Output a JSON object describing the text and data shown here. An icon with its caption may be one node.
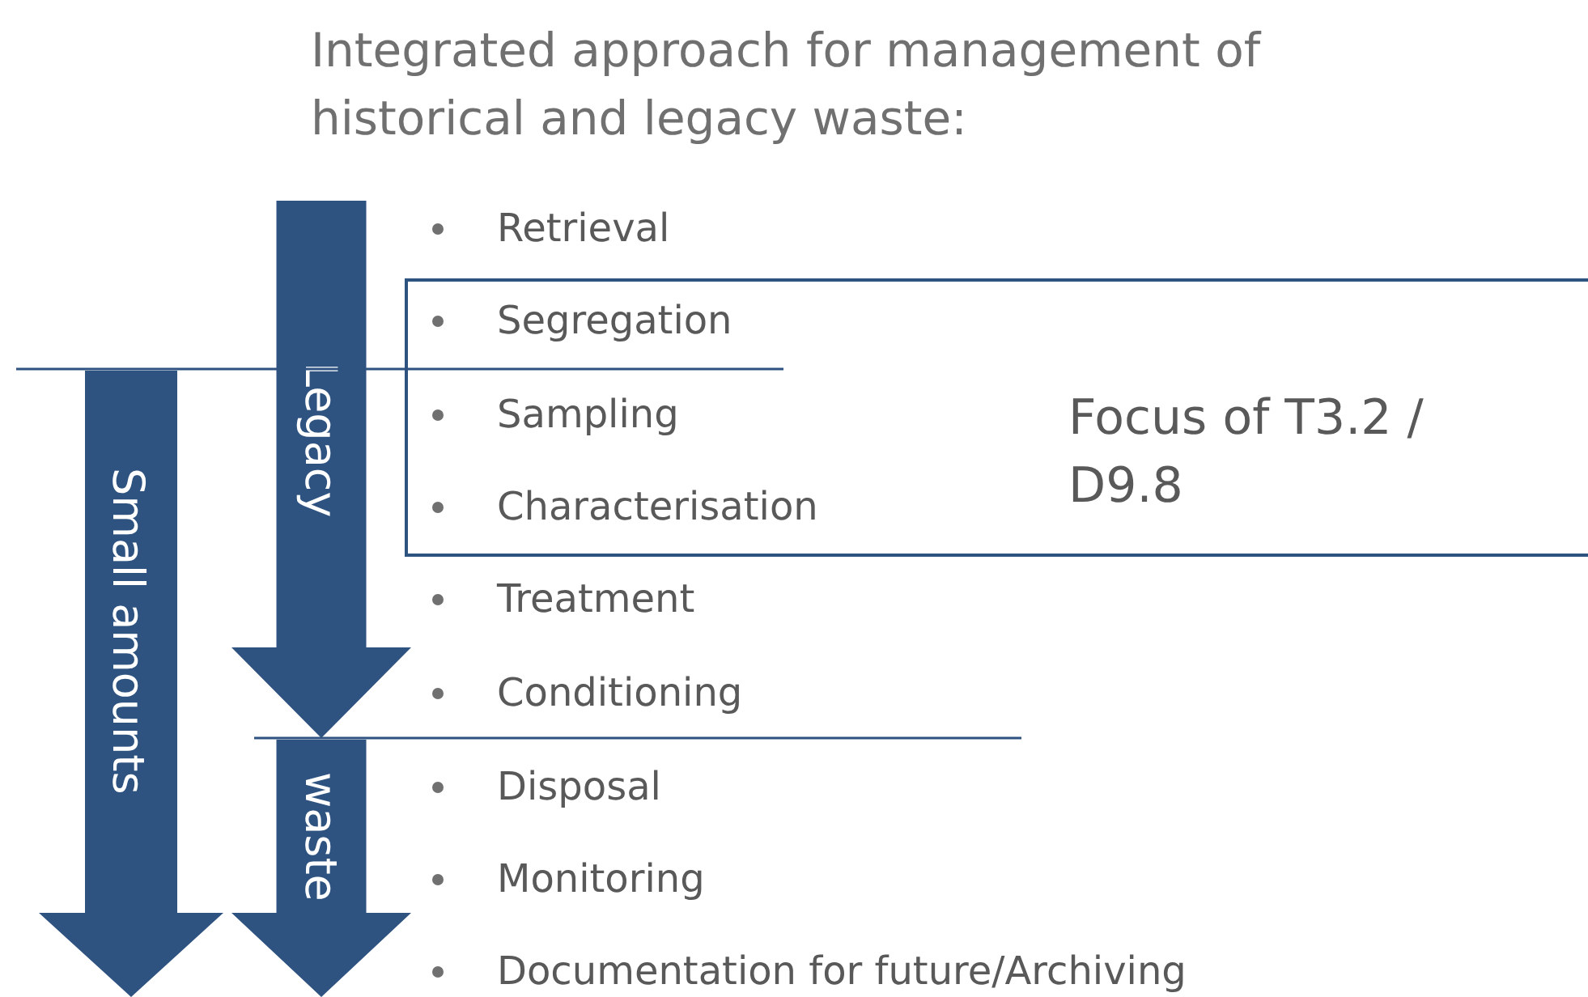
{
  "diagram": {
    "title": "Integrated approach for management of historical and legacy waste:",
    "nodes": [
      {
        "text": [
          "Focus of T3.2 / D9.8"
        ]
      },
      {
        "text": [
          "Legacy"
        ]
      },
      {
        "text": [
          "waste"
        ]
      },
      {
        "text": [
          "Small amounts"
        ]
      }
    ],
    "labels": [
      "Retrieval",
      "Segregation",
      "Sampling",
      "Characterisation",
      "Treatment",
      "Conditioning",
      "Disposal",
      "Monitoring",
      "Documentation for future/Archiving"
    ]
  }
}
